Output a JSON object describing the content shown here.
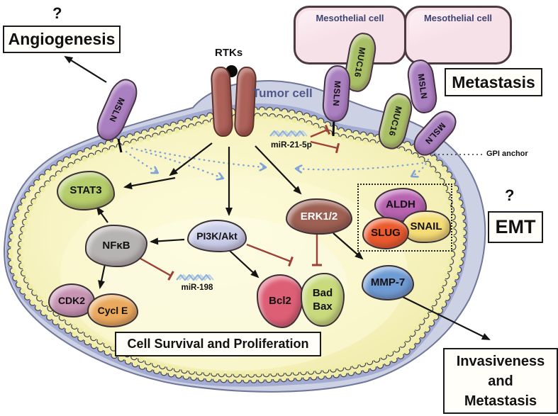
{
  "labels": {
    "rtks": "RTKs",
    "tumor_cell": "Tumor cell",
    "mesothelial_cell": "Mesothelial cell",
    "gpi_anchor": "GPI anchor",
    "question_mark": "?"
  },
  "outcome_boxes": {
    "angiogenesis": "Angiogenesis",
    "metastasis": "Metastasis",
    "emt": "EMT",
    "invasiveness_line1": "Invasiveness",
    "invasiveness_line2": "and",
    "invasiveness_line3": "Metastasis",
    "cell_survival": "Cell Survival and Proliferation"
  },
  "receptors": {
    "msln": {
      "label": "MSLN",
      "color": "#aa80c0"
    },
    "muc16": {
      "label": "MUC16",
      "color": "#a9bf66"
    },
    "rtks": {
      "color": "#ac6159"
    }
  },
  "mirnas": {
    "mir21": "miR-21-5p",
    "mir198": "miR-198"
  },
  "nodes": {
    "stat3": {
      "label": "STAT3",
      "color": "#b5cd6a"
    },
    "nfkb": {
      "label": "NFκB",
      "color": "#b6b4b2"
    },
    "pi3k_akt": {
      "label": "PI3K/Akt",
      "color": "#c9cde8"
    },
    "erk12": {
      "label": "ERK1/2",
      "color": "#9d6052",
      "text_color": "#ffffff"
    },
    "aldh": {
      "label": "ALDH",
      "color": "#b863b1"
    },
    "slug": {
      "label": "SLUG",
      "color": "#ec5a2d"
    },
    "snail": {
      "label": "SNAIL",
      "color": "#f4dc76"
    },
    "mmp7": {
      "label": "MMP-7",
      "color": "#6f9cd4"
    },
    "cdk2": {
      "label": "CDK2",
      "color": "#c795b3"
    },
    "cycl_e": {
      "label": "Cycl E",
      "color": "#eaa95d"
    },
    "bcl2": {
      "label": "Bcl2",
      "color": "#dd5f76"
    },
    "bad_bax": {
      "label_line1": "Bad",
      "label_line2": "Bax",
      "color": "#c8da7c"
    }
  },
  "cells": {
    "mesothelial": {
      "fill": "#f7e1e8",
      "text_color": "#3f4373"
    },
    "tumor": {
      "rim": "#ccd1e4",
      "rim_border": "#6f7699",
      "band": "#a3abd3",
      "bead": "#f0eda6",
      "bead_outline": "#454554",
      "cytoplasm_light": "#fdfbdf",
      "cytoplasm_mid": "#f8f4c4",
      "cytoplasm": "#f0ebaa",
      "label_color": "#50588a"
    }
  },
  "colors": {
    "arrow": "#141414",
    "inhibit": "#9c4038",
    "dotted": "#7fa3d7",
    "wavy_front": "#8fb3d9",
    "wavy_back": "#c3d2e6"
  }
}
